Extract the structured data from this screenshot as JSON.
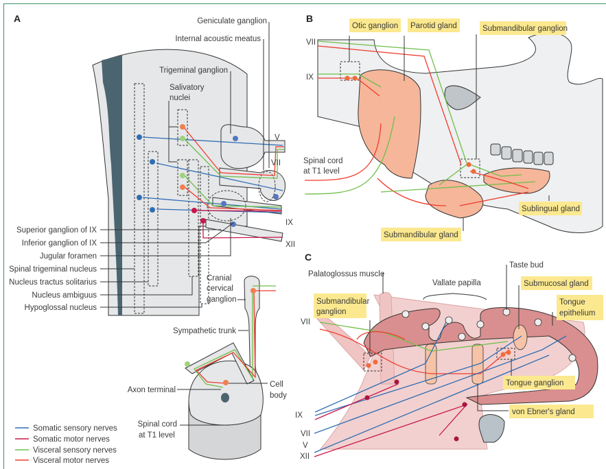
{
  "figure": {
    "panels": [
      {
        "id": "A",
        "labels": {
          "geniculate_ganglion": "Geniculate ganglion",
          "internal_acoustic_meatus": "Internal acoustic meatus",
          "trigeminal_ganglion": "Trigeminal ganglion",
          "salivatory_nuclei_1": "Salivatory",
          "salivatory_nuclei_2": "nuclei",
          "nerve_v": "V",
          "nerve_vii": "VII",
          "nerve_ix": "IX",
          "nerve_xii": "XII",
          "superior_ganglion_ix": "Superior ganglion of IX",
          "inferior_ganglion_ix": "Inferior ganglion of IX",
          "jugular_foramen": "Jugular foramen",
          "spinal_trigeminal_nucleus": "Spinal trigeminal nucleus",
          "nucleus_tractus_solitarius": "Nucleus tractus solitarius",
          "nucleus_ambiguus": "Nucleus ambiguus",
          "hypoglossal_nucleus": "Hypoglossal nucleus",
          "cranial_cervical_ganglion_1": "Cranial",
          "cranial_cervical_ganglion_2": "cervical",
          "cranial_cervical_ganglion_3": "ganglion",
          "sympathetic_trunk": "Sympathetic trunk",
          "axon_terminal": "Axon terminal",
          "cell_body_1": "Cell",
          "cell_body_2": "body",
          "spinal_cord_1": "Spinal cord",
          "spinal_cord_2": "at T1 level"
        }
      },
      {
        "id": "B",
        "labels": {
          "otic_ganglion": "Otic ganglion",
          "parotid_gland": "Parotid gland",
          "submandibular_ganglion": "Submandibular ganglion",
          "nerve_vii": "VII",
          "nerve_ix": "IX",
          "spinal_cord_1": "Spinal cord",
          "spinal_cord_2": "at T1 level",
          "sublingual_gland": "Sublingual gland",
          "submandibular_gland": "Submandibular gland"
        }
      },
      {
        "id": "C",
        "labels": {
          "palatoglossus_muscle": "Palatoglossus muscle",
          "vallate_papilla": "Vallate papilla",
          "taste_bud": "Taste bud",
          "submucosal_gland": "Submucosal gland",
          "tongue_epithelium_1": "Tongue",
          "tongue_epithelium_2": "epithelium",
          "submandibular_ganglion_1": "Submandibular",
          "submandibular_ganglion_2": "ganglion",
          "tongue_ganglion": "Tongue ganglion",
          "von_ebners_gland": "von Ebner's gland",
          "nerve_vii_top": "VII",
          "nerve_ix": "IX",
          "nerve_vii": "VII",
          "nerve_v": "V",
          "nerve_xii": "XII"
        }
      }
    ],
    "legend": [
      {
        "label": "Somatic sensory nerves",
        "color": "#2f6db3"
      },
      {
        "label": "Somatic motor nerves",
        "color": "#c8174a"
      },
      {
        "label": "Visceral sensory nerves",
        "color": "#6fbf4a"
      },
      {
        "label": "Visceral motor nerves",
        "color": "#ef3b2c"
      }
    ],
    "colors": {
      "frame": "#3a8f6a",
      "highlight": "#fce98f",
      "brainstem": "#e6e7e9",
      "dark_structure": "#4b6570",
      "gland": "#f6b69a",
      "tongue": "#d98f8f",
      "muscle": "#f2d0cf"
    }
  }
}
